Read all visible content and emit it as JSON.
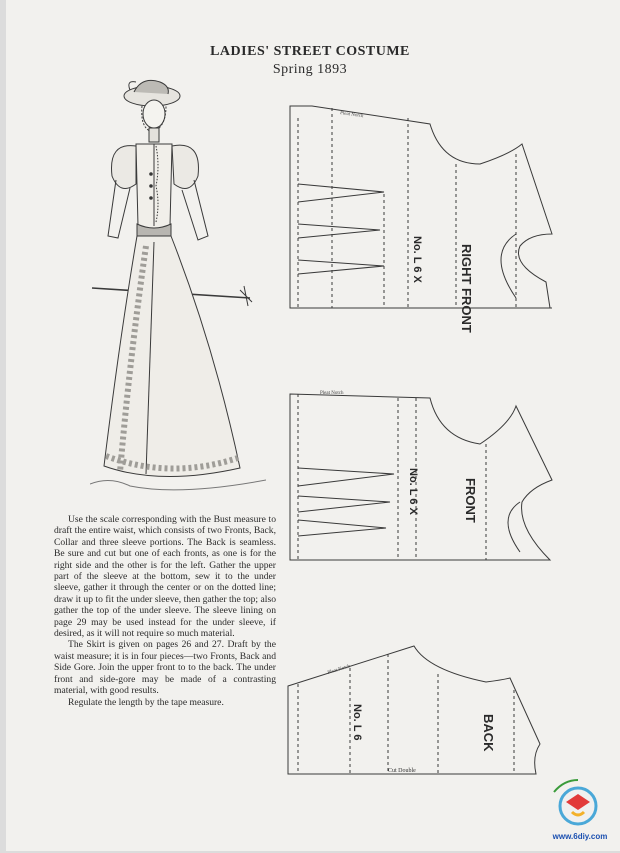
{
  "header": {
    "title": "LADIES' STREET COSTUME",
    "subtitle": "Spring 1893"
  },
  "instructions": [
    "Use the scale corresponding with the Bust measure to draft the entire waist, which consists of two Fronts, Back, Collar and three sleeve portions. The Back is seamless. Be sure and cut but one of each fronts, as one is for the right side and the other is for the left. Gather the upper part of the sleeve at the bottom, sew it to the under sleeve, gather it through the center or on the dotted line; draw it up to fit the under sleeve, then gather the top; also gather the top of the under sleeve. The sleeve lining on page 29 may be used instead for the under sleeve, if desired, as it will not require so much material.",
    "The Skirt is given on pages 26 and 27. Draft by the waist measure; it is in four pieces—two Fronts, Back and Side Gore. Join the upper front to to the back. The under front and side-gore may be made of a contrasting material, with good results.",
    "Regulate the length by the tape measure."
  ],
  "patterns": {
    "right_front": {
      "piece_label": "RIGHT FRONT",
      "code": "No. L 6 X",
      "seam_note": "Pleat Notch"
    },
    "front": {
      "piece_label": "FRONT",
      "code": "No. L 6 X",
      "seam_note": "Pleat Notch"
    },
    "back": {
      "piece_label": "BACK",
      "code": "No. L 6",
      "seam_note": "Pleat Notch",
      "fold_note": "Cut Double"
    }
  },
  "watermark": {
    "text": "www.6diy.com"
  }
}
